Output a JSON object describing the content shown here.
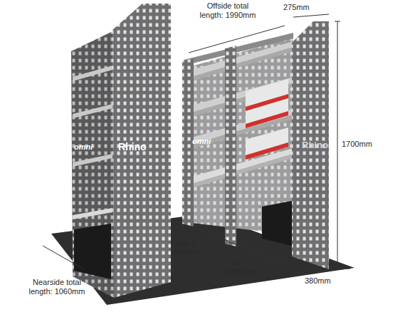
{
  "diagram": {
    "labels": [
      "Offside total length: 1990mm",
      "275mm",
      "1700mm",
      "Bay 2 900mm",
      "Bay 1 1000mm",
      "380mm",
      "Nearside total length: 1060mm",
      "omni",
      "Rhino",
      "omni",
      "Rhino"
    ]
  }
}
